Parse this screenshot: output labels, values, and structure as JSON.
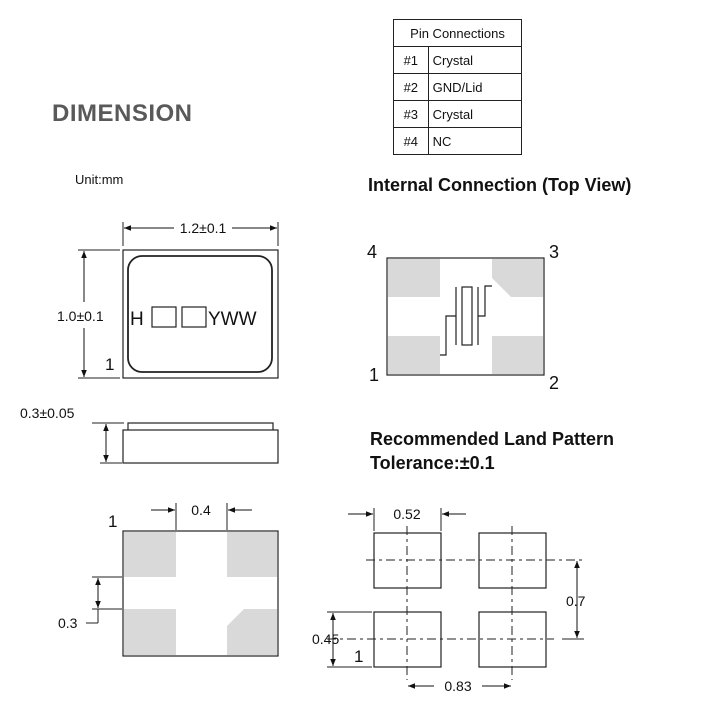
{
  "title": "DIMENSION",
  "unit": "Unit:mm",
  "pin_table": {
    "header": "Pin Connections",
    "rows": [
      {
        "num": "#1",
        "name": "Crystal"
      },
      {
        "num": "#2",
        "name": "GND/Lid"
      },
      {
        "num": "#3",
        "name": "Crystal"
      },
      {
        "num": "#4",
        "name": "NC"
      }
    ]
  },
  "internal_title": "Internal Connection (Top View)",
  "land_title": "Recommended Land Pattern",
  "tolerance": "Tolerance:±0.1",
  "top_view": {
    "width_dim": "1.2±0.1",
    "height_dim": "1.0±0.1",
    "marking_h": "H",
    "marking_yww": "YWW",
    "pin1_label": "1"
  },
  "side_view": {
    "thickness_dim": "0.3±0.05"
  },
  "internal": {
    "pin4": "4",
    "pin3": "3",
    "pin1": "1",
    "pin2": "2"
  },
  "bottom_view": {
    "pin1_label": "1",
    "gap_dim": "0.4",
    "pad_dim": "0.3"
  },
  "land_pattern": {
    "pad_width": "0.52",
    "vertical_pitch": "0.7",
    "pad_height": "0.45",
    "horizontal_pitch": "0.83",
    "pin1_label": "1"
  },
  "colors": {
    "pad": "#d9d9d9",
    "line": "#222222",
    "title_gray": "#595959"
  }
}
